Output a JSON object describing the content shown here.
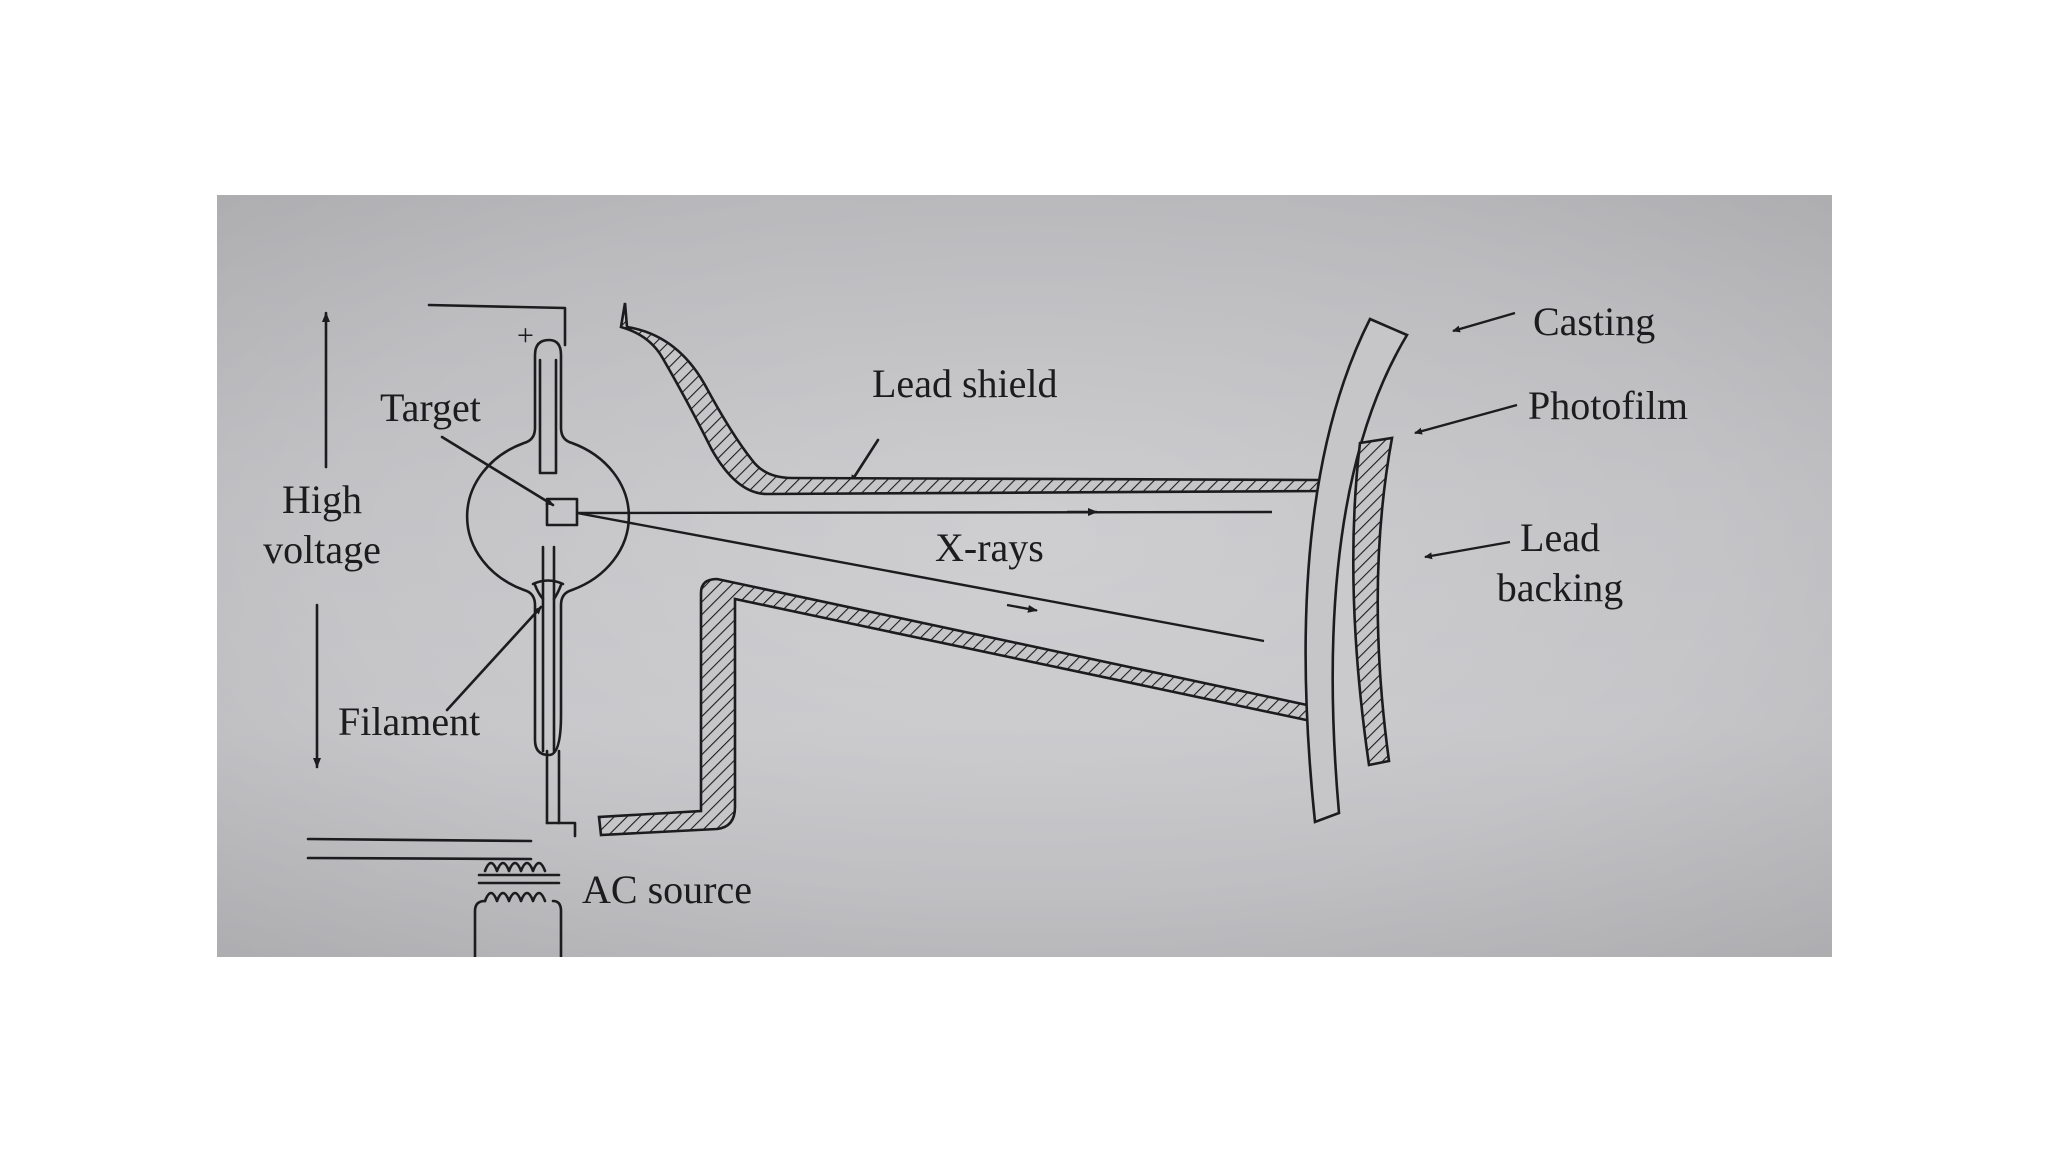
{
  "labels": {
    "casting": "Casting",
    "lead_shield": "Lead shield",
    "photofilm": "Photofilm",
    "target": "Target",
    "plus": "+",
    "high": "High",
    "voltage": "voltage",
    "x_rays": "X-rays",
    "lead": "Lead",
    "backing": "backing",
    "filament": "Filament",
    "ac_source": "AC source"
  },
  "colors": {
    "background": "#ffffff",
    "paper": "#c2c2c5",
    "ink": "#1c1c1e"
  }
}
